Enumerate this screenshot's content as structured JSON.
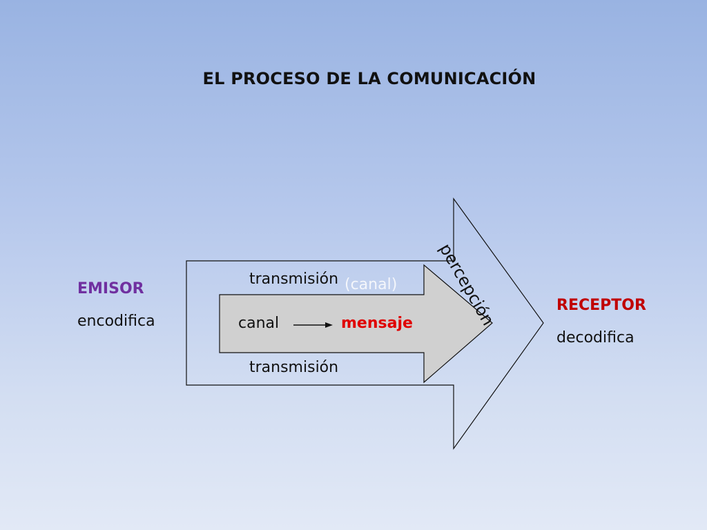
{
  "title": "EL PROCESO DE LA COMUNICACIÓN",
  "emisor": {
    "label": "EMISOR",
    "action": "encodifica",
    "color": "#7030a0"
  },
  "receptor": {
    "label": "RECEPTOR",
    "action": "decodifica",
    "color": "#c00000"
  },
  "outer_arrow": {
    "label_top": "transmisión",
    "label_bottom": "transmisión",
    "label_tip": "percepción"
  },
  "inner_arrow": {
    "label_overlay": "(canal)",
    "source": "canal",
    "target": "mensaje",
    "target_color": "#e00000",
    "fill": "#d0d0d0"
  }
}
